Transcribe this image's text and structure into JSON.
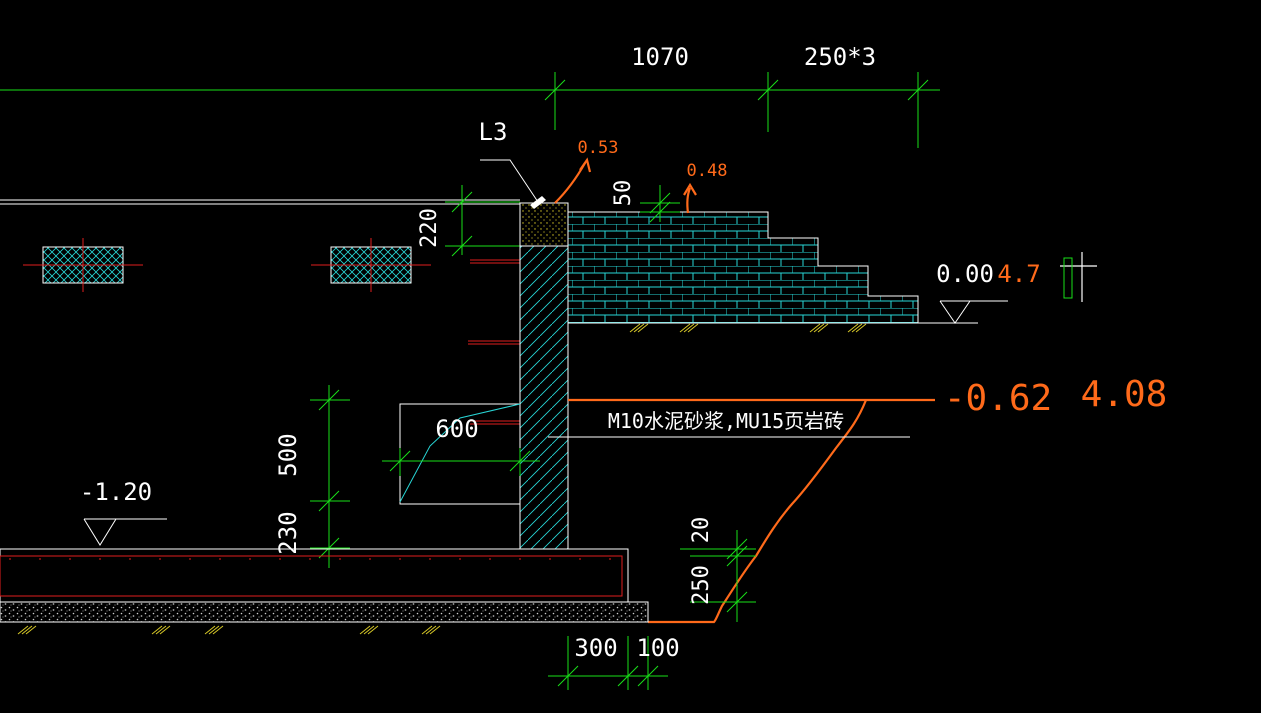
{
  "colors": {
    "background": "#000000",
    "dimension": "#19e019",
    "outline": "#ffffff",
    "annotation": "#ff6a1a",
    "rebar": "#e01e1e",
    "hatch": "#28d6d6",
    "fill": "#d6c828"
  },
  "dimensions": {
    "top_span": "1070",
    "top_steps": "250*3",
    "beam_height": "220",
    "step_top": "50",
    "wall_upper": "500",
    "wall_lower": "230",
    "footing_top": "20",
    "footing_slope": "250",
    "bottom_left": "300",
    "bottom_right": "100"
  },
  "labels": {
    "beam_tag": "L3",
    "leader_a": "0.53",
    "leader_b": "0.48",
    "elev_top": "0.00",
    "elev_top_value": "4.7",
    "elev_mid": "-0.62",
    "elev_mid_value": "4.08",
    "material_note": "M10水泥砂浆,MU15页岩砖",
    "opening_width": "600",
    "elev_left": "-1.20"
  }
}
